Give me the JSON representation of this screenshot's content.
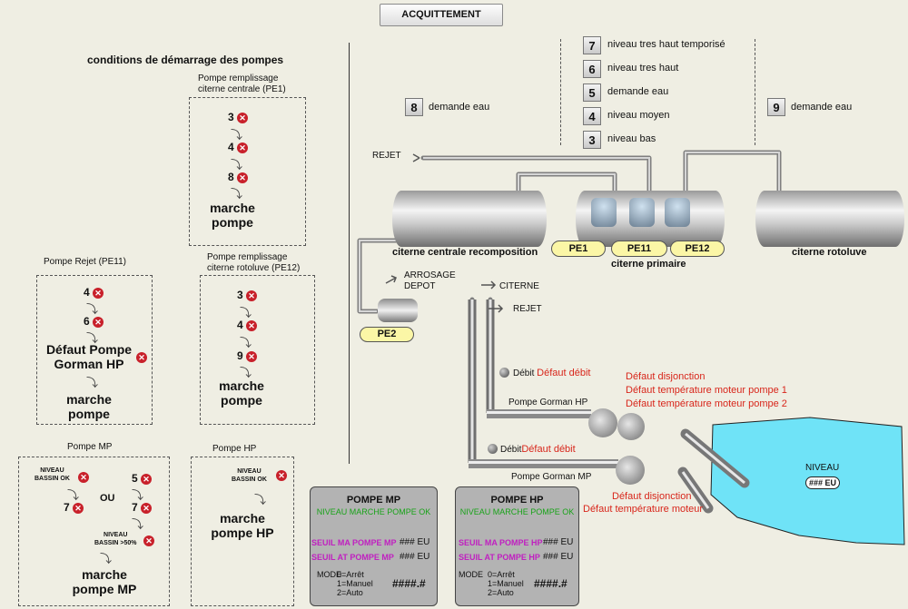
{
  "header": {
    "ack_button": "ACQUITTEMENT"
  },
  "conditions": {
    "title": "conditions de démarrage des pompes",
    "pe1": {
      "title_1": "Pompe remplissage",
      "title_2": "citerne centrale (PE1)",
      "steps": [
        "3",
        "4",
        "8"
      ],
      "result_1": "marche",
      "result_2": "pompe"
    },
    "pe11": {
      "title": "Pompe Rejet (PE11)",
      "steps": [
        "4",
        "6"
      ],
      "fault_1": "Défaut Pompe",
      "fault_2": "Gorman HP",
      "result_1": "marche",
      "result_2": "pompe"
    },
    "pe12": {
      "title_1": "Pompe remplissage",
      "title_2": "citerne rotoluve (PE12)",
      "steps": [
        "3",
        "4",
        "9"
      ],
      "result_1": "marche",
      "result_2": "pompe"
    },
    "mp": {
      "title": "Pompe MP",
      "niveau_1": "NIVEAU",
      "basin_ok": "BASSIN OK",
      "left_seven": "7",
      "ou": "OU",
      "right_steps": [
        "5",
        "7"
      ],
      "niveau_2": "NIVEAU",
      "basin_50": "BASSIN >50%",
      "result_1": "marche",
      "result_2": "pompe MP"
    },
    "hp": {
      "title": "Pompe HP",
      "niveau": "NIVEAU",
      "basin_ok": "BASSIN OK",
      "result_1": "marche",
      "result_2": "pompe HP"
    }
  },
  "levels": [
    {
      "num": "7",
      "label": "niveau tres haut temporisé"
    },
    {
      "num": "6",
      "label": "niveau tres haut"
    },
    {
      "num": "5",
      "label": "demande eau"
    },
    {
      "num": "4",
      "label": "niveau moyen"
    },
    {
      "num": "3",
      "label": "niveau bas"
    }
  ],
  "demand_left": {
    "num": "8",
    "label": "demande eau"
  },
  "demand_right": {
    "num": "9",
    "label": "demande eau"
  },
  "synoptic": {
    "rejet_top": "REJET",
    "tank_central": "citerne centrale recomposition",
    "tank_primary": "citerne primaire",
    "tank_roto": "citerne rotoluve",
    "pe1": "PE1",
    "pe11": "PE11",
    "pe12": "PE12",
    "pe2": "PE2",
    "arrosage_1": "ARROSAGE",
    "arrosage_2": "DEPOT",
    "citerne": "CITERNE",
    "rejet_mid": "REJET",
    "debit_1_label": "Débit",
    "debit_1_fault": "Défaut débit",
    "debit_2_label": "Débit",
    "debit_2_fault": "Défaut débit",
    "gorman_hp": "Pompe Gorman HP",
    "gorman_mp": "Pompe Gorman MP",
    "hp_faults": [
      "Défaut disjonction",
      "Défaut température moteur pompe 1",
      "Défaut température moteur pompe 2"
    ],
    "mp_faults": [
      "Défaut disjonction",
      "Défaut température moteur"
    ],
    "niveau_label": "NIVEAU",
    "niveau_value": "### EU"
  },
  "panels": {
    "mp": {
      "title": "POMPE MP",
      "status": "NIVEAU MARCHE POMPE OK",
      "seuil_ma": "SEUIL MA POMPE MP",
      "seuil_at": "SEUIL AT POMPE MP",
      "val_ma": "### EU",
      "val_at": "### EU",
      "mode": "MODE",
      "mode_0": "0=Arrêt",
      "mode_1": "1=Manuel",
      "mode_2": "2=Auto",
      "mode_val": "####.#"
    },
    "hp": {
      "title": "POMPE HP",
      "status": "NIVEAU MARCHE POMPE OK",
      "seuil_ma": "SEUIL MA POMPE HP",
      "seuil_at": "SEUIL AT POMPE HP",
      "val_ma": "### EU",
      "val_at": "### EU",
      "mode": "MODE",
      "mode_0": "0=Arrêt",
      "mode_1": "1=Manuel",
      "mode_2": "2=Auto",
      "mode_val": "####.#"
    }
  },
  "colors": {
    "background": "#efeee3",
    "fault_red": "#d8261b",
    "ok_green": "#19a319",
    "threshold_magenta": "#c020c0",
    "pill_yellow": "#fbf6a6",
    "basin_cyan": "#6fe3f7"
  }
}
